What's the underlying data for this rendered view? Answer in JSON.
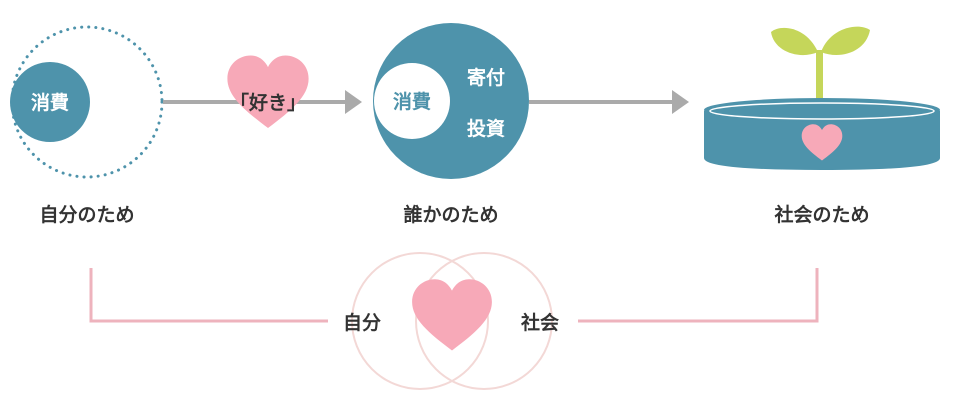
{
  "stage1": {
    "inner_label": "消費",
    "caption": "自分のため"
  },
  "arrow1": {
    "label": "「好き」"
  },
  "stage2": {
    "inner_label": "消費",
    "label_top": "寄付",
    "label_bottom": "投資",
    "caption": "誰かのため"
  },
  "stage3": {
    "caption": "社会のため"
  },
  "bottom": {
    "left_label": "自分",
    "right_label": "社会"
  },
  "colors": {
    "teal": "#4e93ab",
    "pink": "#f7a9b8",
    "gray_arrow": "#aaaaaa",
    "pink_line": "#eeb3bd",
    "sprout": "#c5d65a",
    "text": "#333333"
  }
}
